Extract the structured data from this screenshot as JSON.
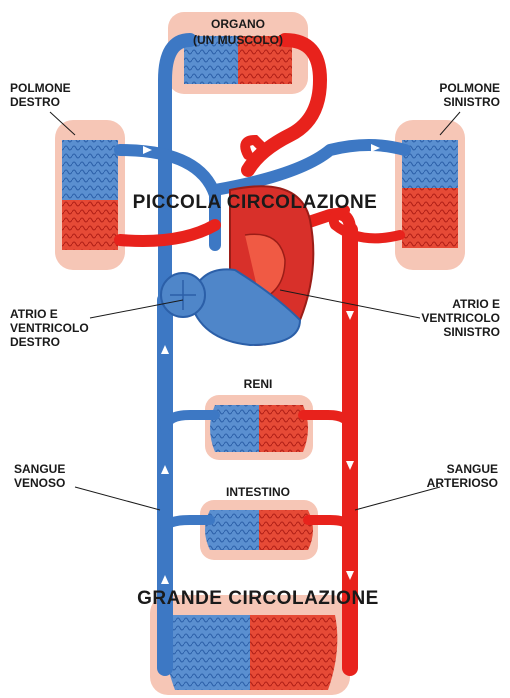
{
  "colors": {
    "venous": "#3d78c4",
    "arterial": "#e8221c",
    "organ_bg": "#f6c6b6",
    "heart_arterial": "#d8302a",
    "heart_venous": "#4f86c9",
    "label": "#1a1a1a"
  },
  "labels": {
    "organ_line1": "ORGANO",
    "organ_line2": "(UN MUSCOLO)",
    "lung_right_line1": "POLMONE",
    "lung_right_line2": "DESTRO",
    "lung_left_line1": "POLMONE",
    "lung_left_line2": "SINISTRO",
    "small_circulation": "PICCOLA  CIRCOLAZIONE",
    "right_heart_line1": "ATRIO E",
    "right_heart_line2": "VENTRICOLO",
    "right_heart_line3": "DESTRO",
    "left_heart_line1": "ATRIO E",
    "left_heart_line2": "VENTRICOLO",
    "left_heart_line3": "SINISTRO",
    "kidneys": "RENI",
    "venous_blood_line1": "SANGUE",
    "venous_blood_line2": "VENOSO",
    "arterial_blood_line1": "SANGUE",
    "arterial_blood_line2": "ARTERIOSO",
    "intestine": "INTESTINO",
    "large_circulation": "GRANDE  CIRCOLAZIONE"
  }
}
